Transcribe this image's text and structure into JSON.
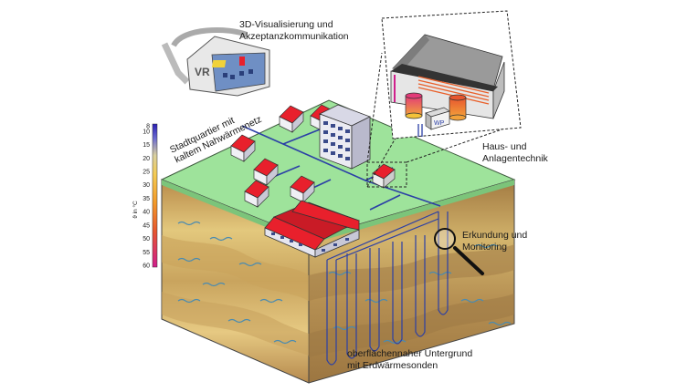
{
  "labels": {
    "vr": "3D-Visualisierung und\nAkzeptanzkommunikation",
    "district": "Stadtquartier mit\nkaltem Nahwärmenetz",
    "building_tech": "Haus- und\nAnlagentechnik",
    "monitoring": "Erkundung und\nMonitoring",
    "underground": "oberflächennaher Untergrund\nmit Erdwärmesonden",
    "heat_pump": "WP",
    "headset_text": "VR"
  },
  "colorbar": {
    "axis_label": "ϑ in °C",
    "ticks": [
      "8",
      "10",
      "15",
      "20",
      "25",
      "30",
      "35",
      "40",
      "45",
      "50",
      "55",
      "60"
    ],
    "colors": [
      "#2a1fb5",
      "#5b57c8",
      "#8a8fd8",
      "#c9c7b0",
      "#f0d060",
      "#f5b33a",
      "#f39a2a",
      "#ee7f28",
      "#e9602b",
      "#e2433a",
      "#d92f5f",
      "#d01f8c"
    ]
  },
  "colors": {
    "grass": "#9ee39b",
    "roof": "#e8202c",
    "soil_light": "#e3c87d",
    "soil_dark": "#b08648",
    "pipe": "#2b3fa6"
  }
}
